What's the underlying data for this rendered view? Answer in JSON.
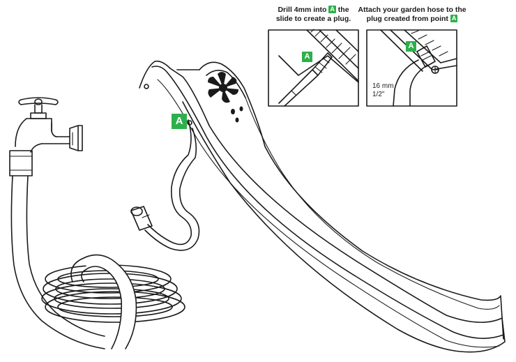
{
  "steps": [
    {
      "caption_pre": "Drill 4mm into",
      "caption_badge": "A",
      "caption_post": "the",
      "caption_line2": "slide to create a plug.",
      "marker": "A"
    },
    {
      "caption_line1": "Attach your garden hose to the",
      "caption_line2_pre": "plug created from point",
      "caption_badge": "A",
      "marker": "A",
      "measure_mm": "16 mm",
      "measure_in": "1/2\""
    }
  ],
  "main": {
    "slide_marker": "A"
  },
  "colors": {
    "accent": "#2db04b",
    "line": "#1a1a1a",
    "background": "#ffffff"
  }
}
